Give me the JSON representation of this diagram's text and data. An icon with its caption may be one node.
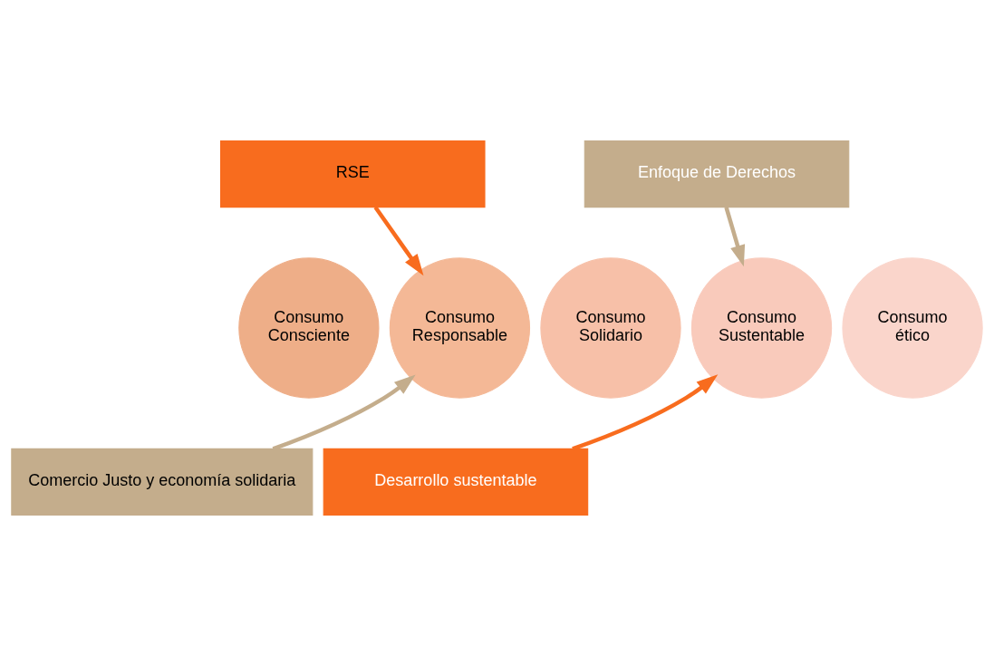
{
  "diagram": {
    "nodes": [
      {
        "text": [
          "RSE"
        ]
      },
      {
        "text": [
          "Enfoque de Derechos"
        ]
      },
      {
        "text": [
          "Consumo Consciente"
        ]
      },
      {
        "text": [
          "Consumo Responsable"
        ]
      },
      {
        "text": [
          "Consumo Solidario"
        ]
      },
      {
        "text": [
          "Consumo Sustentable"
        ]
      },
      {
        "text": [
          "Consumo ético"
        ]
      },
      {
        "text": [
          "Comercio Justo y economía solidaria"
        ]
      },
      {
        "text": [
          "Desarrollo sustentable"
        ]
      }
    ],
    "edges": [
      {
        "from": 0,
        "to": 3,
        "arrow": "to"
      },
      {
        "from": 1,
        "to": 5,
        "arrow": "to",
        "color": "#c4ad8c"
      },
      {
        "from": 7,
        "to": 3,
        "arrow": "to",
        "color": "#c4ad8c"
      },
      {
        "from": 8,
        "to": 5,
        "arrow": "to"
      }
    ]
  }
}
